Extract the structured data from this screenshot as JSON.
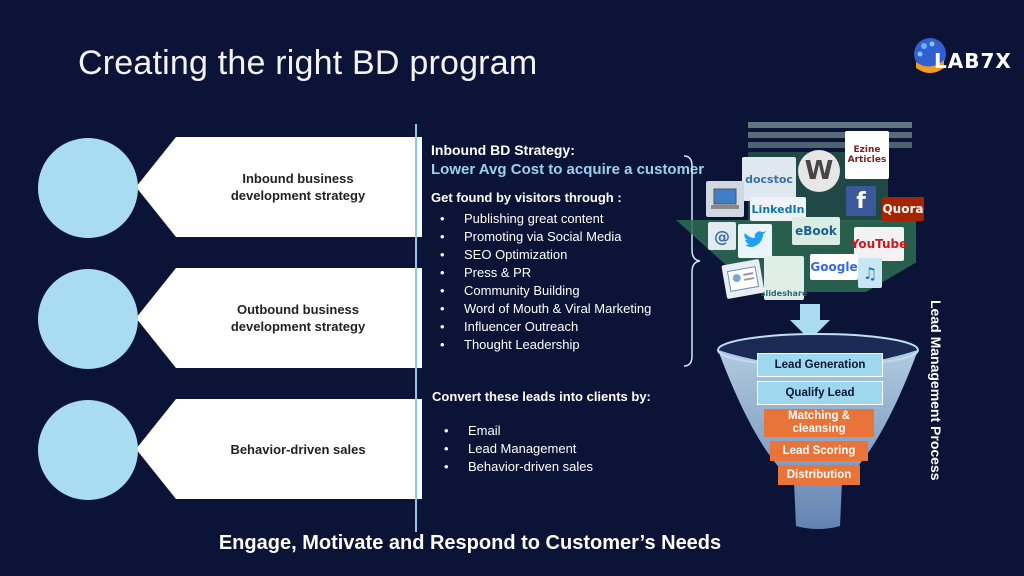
{
  "title": "Creating the right BD program",
  "logo": {
    "text": "LAB7X"
  },
  "strategies": [
    {
      "label": "Inbound business development strategy",
      "line1": "Inbound business",
      "line2": "development strategy"
    },
    {
      "label": "Outbound business development strategy",
      "line1": "Outbound business",
      "line2": "development strategy"
    },
    {
      "label": "Behavior-driven sales",
      "line1": "Behavior-driven sales",
      "line2": ""
    }
  ],
  "inbound": {
    "heading": "Inbound  BD Strategy:",
    "subheading": "Lower Avg Cost to acquire a customer",
    "found_heading": "Get found by visitors through :",
    "found_items": [
      "Publishing great content",
      "Promoting via Social Media",
      "SEO Optimization",
      "Press & PR",
      "Community Building",
      "Word of Mouth & Viral Marketing",
      "Influencer Outreach",
      "Thought Leadership"
    ],
    "convert_heading": "Convert these leads into clients by:",
    "convert_items": [
      "Email",
      "Lead Management",
      "Behavior-driven sales"
    ]
  },
  "funnel": {
    "stages": [
      {
        "label": "Lead Generation",
        "style": "blue"
      },
      {
        "label": "Qualify Lead",
        "style": "blue"
      },
      {
        "label": "Matching & cleansing",
        "line1": "Matching &",
        "line2": "cleansing",
        "style": "orange"
      },
      {
        "label": "Lead Scoring",
        "style": "orange"
      },
      {
        "label": "Distribution",
        "style": "orange"
      }
    ],
    "side_label": "Lead Management Process"
  },
  "icons": [
    {
      "name": "docstoc-icon",
      "text": "docstoc"
    },
    {
      "name": "wordpress-icon",
      "text": "W"
    },
    {
      "name": "ezine-articles-icon",
      "text": "Ezine Articles"
    },
    {
      "name": "laptop-icon",
      "text": ""
    },
    {
      "name": "linkedin-icon",
      "text": "LinkedIn"
    },
    {
      "name": "facebook-icon",
      "text": "f"
    },
    {
      "name": "quora-icon",
      "text": "Quora"
    },
    {
      "name": "email-icon",
      "text": "@"
    },
    {
      "name": "twitter-icon",
      "text": ""
    },
    {
      "name": "ebook-icon",
      "text": "eBook"
    },
    {
      "name": "youtube-icon",
      "text": "YouTube"
    },
    {
      "name": "google-icon",
      "text": "Google"
    },
    {
      "name": "slideshare-icon",
      "text": "slideshare"
    },
    {
      "name": "itunes-icon",
      "text": ""
    },
    {
      "name": "contact-card-icon",
      "text": ""
    }
  ],
  "tagline": "Engage, Motivate and Respond to Customer’s Needs",
  "colors": {
    "background": "#0b1437",
    "accent_blue": "#a9dcf0",
    "orange": "#e9743a",
    "divider": "#8fc6e8"
  }
}
